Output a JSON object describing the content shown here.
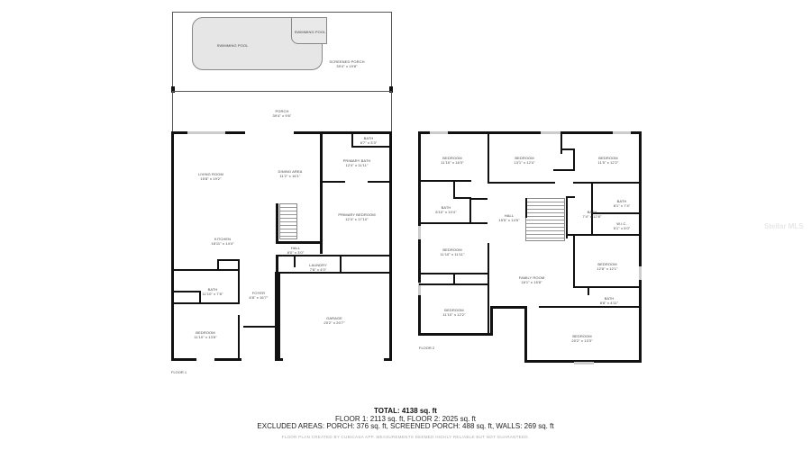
{
  "floor1": {
    "label": "FLOOR 1",
    "rooms": {
      "swimming_pool_main": {
        "name": "SWIMMING POOL",
        "dim": ""
      },
      "swimming_pool_spa": {
        "name": "SWIMMING POOL",
        "dim": ""
      },
      "screened_porch": {
        "name": "SCREENED PORCH",
        "dim": "39'4\" x 19'8\""
      },
      "porch": {
        "name": "PORCH",
        "dim": "39'4\" x 9'6\""
      },
      "living_room": {
        "name": "LIVING ROOM",
        "dim": "15'8\" x 19'2\""
      },
      "dining_area": {
        "name": "DINING AREA",
        "dim": "11'2\" x 16'1\""
      },
      "bath_small": {
        "name": "BATH",
        "dim": "6'7\" x 3'3\""
      },
      "primary_bath": {
        "name": "PRIMARY BATH",
        "dim": "12'4\" x 11'11\""
      },
      "primary_bedroom": {
        "name": "PRIMARY BEDROOM",
        "dim": "12'4\" x 17'10\""
      },
      "kitchen": {
        "name": "KITCHEN",
        "dim": "18'11\" x 14'4\""
      },
      "hall": {
        "name": "HALL",
        "dim": "8'0\" x 3'0\""
      },
      "laundry": {
        "name": "LAUNDRY",
        "dim": "7'8\" x 4'0\""
      },
      "bath": {
        "name": "BATH",
        "dim": "11'10\" x 7'8\""
      },
      "foyer": {
        "name": "FOYER",
        "dim": "6'8\" x 16'7\""
      },
      "garage": {
        "name": "GARAGE",
        "dim": "20'2\" x 20'7\""
      },
      "bedroom": {
        "name": "BEDROOM",
        "dim": "11'10\" x 13'8\""
      }
    }
  },
  "floor2": {
    "label": "FLOOR 2",
    "rooms": {
      "bedroom_nw": {
        "name": "BEDROOM",
        "dim": "11'10\" x 16'3\""
      },
      "bedroom_n": {
        "name": "BEDROOM",
        "dim": "13'1\" x 12'4\""
      },
      "bedroom_ne": {
        "name": "BEDROOM",
        "dim": "11'5\" x 12'2\""
      },
      "bath_w": {
        "name": "BATH",
        "dim": "8'10\" x 10'4\""
      },
      "hall": {
        "name": "HALL",
        "dim": "15'5\" x 14'5\""
      },
      "bath_center": {
        "name": "BATH",
        "dim": "7'4\" x 12'8\""
      },
      "bath_e": {
        "name": "BATH",
        "dim": "8'1\" x 7'4\""
      },
      "wic": {
        "name": "W.I.C.",
        "dim": "5'1\" x 5'0\""
      },
      "bedroom_w": {
        "name": "BEDROOM",
        "dim": "11'10\" x 11'11\""
      },
      "family_room": {
        "name": "FAMILY ROOM",
        "dim": "16'1\" x 15'8\""
      },
      "bedroom_e": {
        "name": "BEDROOM",
        "dim": "12'8\" x 12'1\""
      },
      "bath_se": {
        "name": "BATH",
        "dim": "8'8\" x 4'11\""
      },
      "bedroom_sw": {
        "name": "BEDROOM",
        "dim": "11'10\" x 12'2\""
      },
      "bedroom_se": {
        "name": "BEDROOM",
        "dim": "20'2\" x 13'3\""
      }
    }
  },
  "summary": {
    "total": "TOTAL: 4138 sq. ft",
    "floors": "FLOOR 1: 2113 sq. ft, FLOOR 2: 2025 sq. ft",
    "excluded": "EXCLUDED AREAS: PORCH: 376 sq. ft, SCREENED PORCH: 488 sq. ft, WALLS: 269 sq. ft",
    "disclaimer": "FLOOR PLAN CREATED BY CUBICASA APP. MEASUREMENTS DEEMED HIGHLY RELIABLE BUT NOT GUARANTEED."
  },
  "watermark": "Stellar MLS"
}
